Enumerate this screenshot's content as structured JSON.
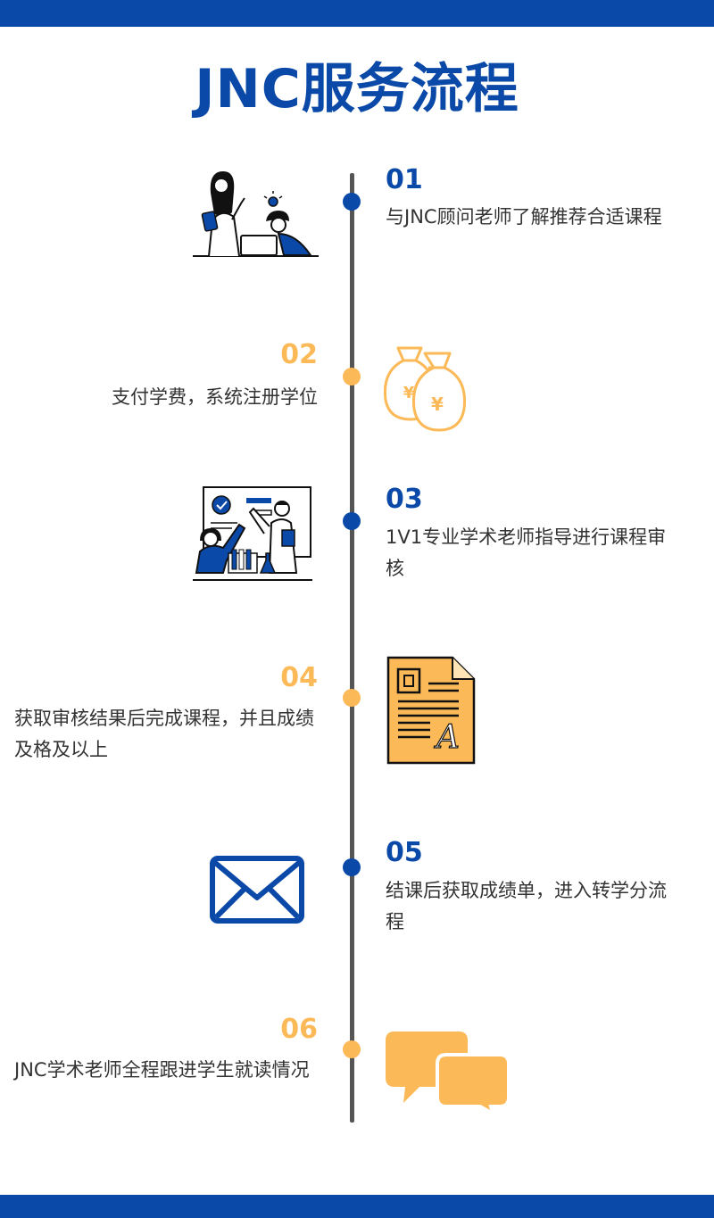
{
  "header": {
    "title": "JNC服务流程"
  },
  "colors": {
    "brand_blue": "#0a49a8",
    "accent_orange": "#fbb957",
    "line_gray": "#555555"
  },
  "steps": [
    {
      "number": "01",
      "text": "与JNC顾问老师了解推荐合适课程",
      "icon": "people-discussion-icon"
    },
    {
      "number": "02",
      "text": "支付学费，系统注册学位",
      "icon": "money-bags-yuan-icon"
    },
    {
      "number": "03",
      "text": "1V1专业学术老师指导进行课程审核",
      "icon": "scientists-high-five-icon"
    },
    {
      "number": "04",
      "text": "获取审核结果后完成课程，并且成绩及格及以上",
      "icon": "document-icon"
    },
    {
      "number": "05",
      "text": "结课后获取成绩单，进入转学分流程",
      "icon": "envelope-icon"
    },
    {
      "number": "06",
      "text": "JNC学术老师全程跟进学生就读情况",
      "icon": "chat-bubbles-icon"
    }
  ]
}
